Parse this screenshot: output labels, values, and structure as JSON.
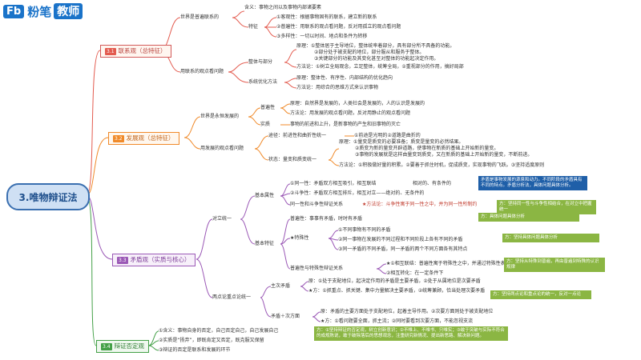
{
  "logo": {
    "fb": "Fb",
    "brand": "粉笔",
    "tag": "教师"
  },
  "root": "3.唯物辩证法",
  "sections": {
    "link": {
      "num": "3.1",
      "label": "联系观（总特征）"
    },
    "dev": {
      "num": "3.2",
      "label": "发展观（总特征）"
    },
    "con": {
      "num": "3.3",
      "label": "矛盾观（实质与核心）"
    },
    "neg": {
      "num": "3.4",
      "label": "辩证否定观"
    }
  },
  "link": {
    "b1": "世界是普遍联系的",
    "b1_def": "含义：事物之间以及事物内部诸要素",
    "b1_feat": "特征",
    "f1": "①客观性：根据事物固有的联系，建立新的联系",
    "f2": "②普遍性：用联系的观点看问题，反对用孤立的观点看问题",
    "f3": "③多样性：一切以时间、地点和条件为转移",
    "b2": "用联系的观点看问题",
    "b2a": "整体与部分",
    "b2a_p": "原理：①整体居于主导地位，整体统率着部分，具有部分所不具备的功能。",
    "b2a_p2": "②部分处于被支配的地位，部分服从和服务于整体。",
    "b2a_p3": "③关键部分的功能及其变化甚至对整体的功能起决定作用。",
    "b2a_m": "方法论：①树立全局观念，立足整体，统筹全局，②重视部分的作用，搞好局部",
    "b2b": "系统优化方法",
    "b2b_p": "原理：整体性、有序性、内部结构的优化趋向",
    "b2b_m": "方法论：用综合的思维方式来认识事物"
  },
  "dev": {
    "b1": "世界是永恒发展的",
    "b1a": "普遍性",
    "b1a_p": "原理：自然界是发展的，人类社会是发展的，人的认识是发展的",
    "b1a_m": "方法论：用发展的观点看问题，反对用静止的观点看问题",
    "b1b": "实质",
    "b1b_t": "事物的前进和上升，是新事物的产生和旧事物的灭亡",
    "b2": "用发展的观点看问题",
    "b2a": "途径：前进性和曲折性统一",
    "b2a_t": "①前途是光明的②道路是曲折的",
    "b2b": "状态：量变和质变统一",
    "b2b_p": "原理：①量变是质变的必要准备；质变是量变的必然结果。",
    "b2b_p2": "②质变为新的量变开辟道路，使事物在新质的基础上开始新的量变。",
    "b2b_p3": "③事物的发展就是这样由量变到质变，又在新质的基础上开始新的量变，不断前进。",
    "b2b_m": "方法论：①积极做好量的积累。②要善于抓住时机，促成质变，实现事物的飞跃。③坚持适度原则"
  },
  "con": {
    "b1": "对立统一",
    "b1a": "基本属性",
    "s1": "①同一性：矛盾双方相互吸引，相互联结",
    "s1b": "相对的、有条件的",
    "s2": "②斗争性：矛盾双方相互排斥，相互对立——绝对的、无条件的",
    "s3": "同一性和斗争性辩证关系",
    "s3b": "★方法论：斗争性寓于同一性之中，并为同一性所制约",
    "b1b": "基本特征",
    "c0": "普遍性：事事有矛盾，时时有矛盾",
    "c1": "★特殊性",
    "c1a": "①不同事物有不同的矛盾",
    "c1b": "②同一事物在发展的不同过程和不同阶段上各有不同的矛盾",
    "c1c": "③同一矛盾的不同矛盾，同一矛盾的两个不同方面各有其特点",
    "c2": "普遍性与特殊性辩证关系",
    "c2a": "★①相互联结：普遍性寓于特殊性之中，并通过特殊性表现出来",
    "c2b": "②相互转化：在一定条件下",
    "b2": "两点论重点论统一",
    "b2a": "主次矛盾",
    "b2a_1": "原：①处于支配地位，起决定作用的矛盾是主要矛盾，②处于从属地位是次要矛盾",
    "b2a_2": "★方：①抓重点、抓关键、集中力量解决主要矛盾，②统筹兼顾，恰当处理次要矛盾",
    "b2b": "矛盾＋次方面",
    "b2b_1": "原：矛盾的主要方面处于支配地位，起着主导作用。②次要方面则处于被支配地位",
    "b2b_2": "★方：①看问题要全面，抓主流；②同时要看到次要方面，不能忽视支流"
  },
  "neg": {
    "n1": "①含义：事物自身的否定，自己否定自己，自己发展自己",
    "n2": "②实质是“扬弃”，即既肯定又否定，既克服又保留",
    "n3": "③辩证的否定是联系和发展的环节"
  },
  "notes": {
    "a": "矛盾是事物发展的源泉和动力。不同阶段的矛盾具有不同的特点。矛盾分析法，具体问题具体分析。",
    "b": "方：坚持同一性与斗争性相结合，在对立中把握统一",
    "c": "方：具体问题具体分析",
    "d": "方：坚持具体问题具体分析",
    "e": "方：坚持从特殊到普遍，再由普遍到特殊的认识规律",
    "f": "方：坚持两点论和重点论的统一，反对一点论",
    "g": "方：①坚持辩证的否定观，树立创新意识；②不唯上、不唯书、只唯实；③敢于突破与实际不符合的成规陈说，敢于破除落后的思想观念，注重研究新情况、提出新思路、解决新问题。"
  },
  "colors": {
    "root": "#3a6fb0",
    "red": "#d25a5a",
    "orange": "#f08a2a",
    "purple": "#9b59b6",
    "green": "#43a047"
  }
}
